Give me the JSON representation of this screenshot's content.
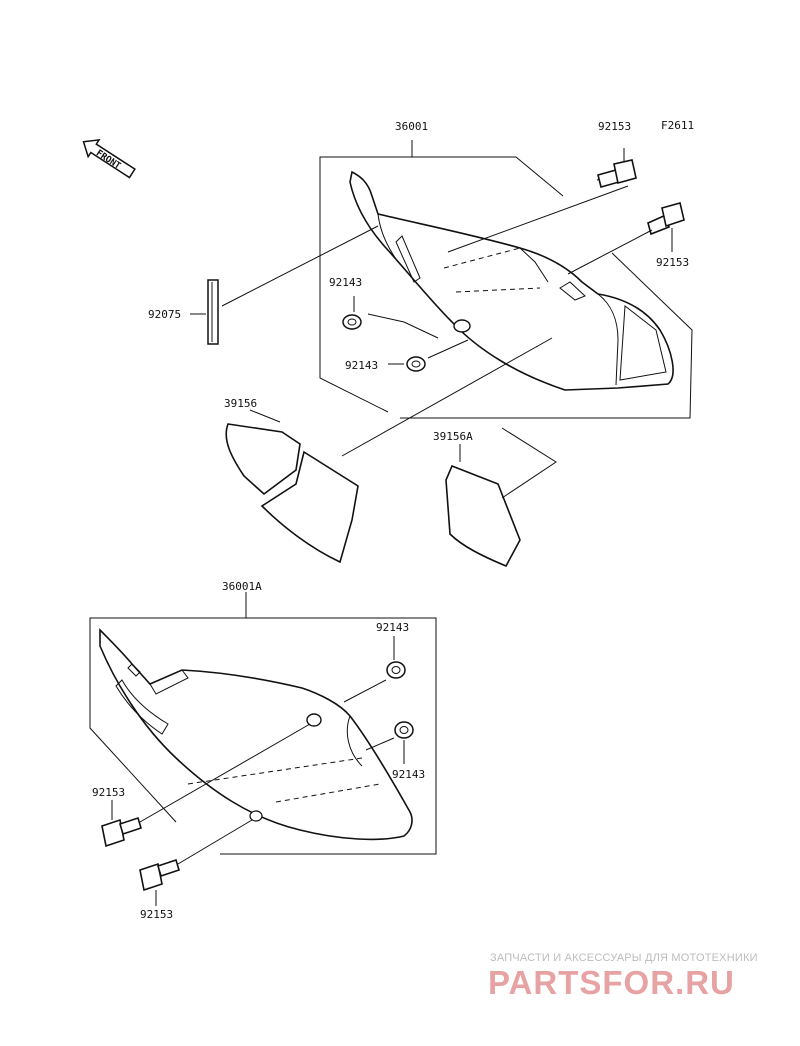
{
  "figure_code": "F2611",
  "front_marker": "FRONT",
  "upper_assembly": {
    "cover_label": "36001",
    "bolt_label_1": "92153",
    "bolt_label_2": "92153",
    "pad_label": "92075",
    "grommet_label_1": "92143",
    "grommet_label_2": "92143",
    "decal_label": "39156",
    "decal_a_label": "39156A"
  },
  "lower_assembly": {
    "cover_label": "36001A",
    "grommet_label_1": "92143",
    "grommet_label_2": "92143",
    "bolt_label_1": "92153",
    "bolt_label_2": "92153"
  },
  "watermark": {
    "tagline": "ЗАПЧАСТИ И АКСЕССУАРЫ ДЛЯ МОТОТЕХНИКИ",
    "logo": "PARTSFOR.RU"
  }
}
